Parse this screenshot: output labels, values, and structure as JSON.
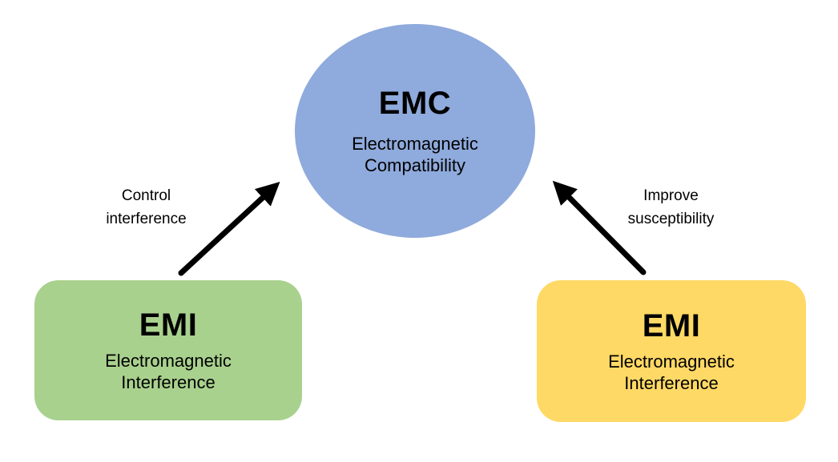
{
  "background": "#FFFFFF",
  "nodes": {
    "emc": {
      "abbr": "EMC",
      "full": "Electromagnetic Compatibility",
      "color": "#8FAADC"
    },
    "emi_left": {
      "abbr": "EMI",
      "full": "Electromagnetic Interference",
      "color": "#A9D18E"
    },
    "emi_right": {
      "abbr": "EMI",
      "full": "Electromagnetic Interference",
      "color": "#FFD965"
    }
  },
  "arrows": {
    "color": "#000000",
    "left": {
      "label": "Control interference",
      "from": "EMI (Electromagnetic Interference, left)",
      "to": "EMC (Electromagnetic Compatibility)"
    },
    "right": {
      "label": "Improve susceptibility",
      "from": "EMI (Electromagnetic Interference, right)",
      "to": "EMC (Electromagnetic Compatibility)"
    }
  }
}
